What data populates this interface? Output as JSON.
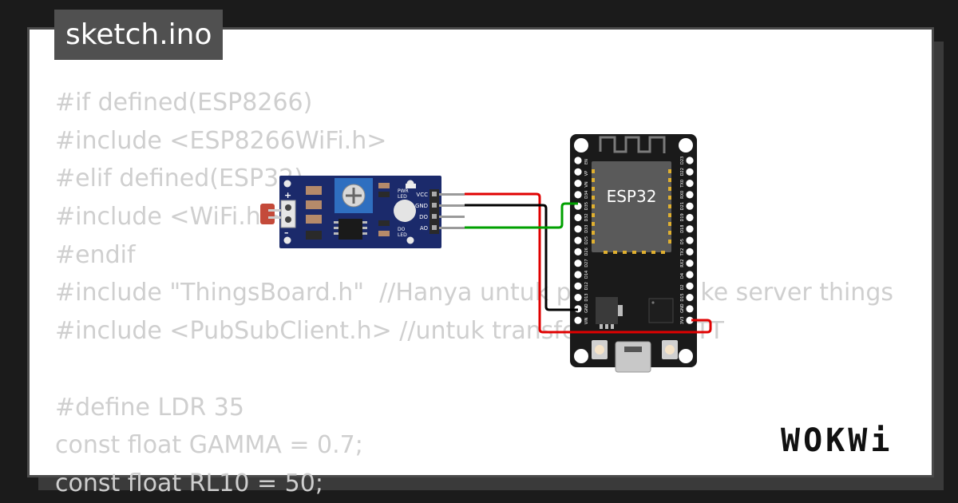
{
  "title": "sketch.ino",
  "brand": "WOKWi",
  "code_lines": [
    "#if defined(ESP8266)",
    "#include <ESP8266WiFi.h>",
    "#elif defined(ESP32)",
    "#include <WiFi.h>",
    "#endif",
    "#include \"ThingsBoard.h\"  //Hanya untuk pengiriman ke server things",
    "#include <PubSubClient.h> //untuk transfer data MQTT",
    "",
    "#define LDR 35",
    "const float GAMMA = 0.7;",
    "const float RL10 = 50;"
  ],
  "sensor": {
    "plus": "+",
    "minus": "–",
    "pwr_led": "PWR\nLED",
    "do_led": "DO\nLED",
    "pins": [
      "VCC",
      "GND",
      "DO",
      "AO"
    ]
  },
  "esp32": {
    "label": "ESP32",
    "left_pins": [
      "EN",
      "VP",
      "VN",
      "D34",
      "D35",
      "D32",
      "D33",
      "D25",
      "D26",
      "D27",
      "D14",
      "D12",
      "D13",
      "GND",
      "VIN"
    ],
    "right_pins": [
      "D23",
      "D22",
      "TX0",
      "RX0",
      "D21",
      "D19",
      "D18",
      "D5",
      "TX2",
      "RX2",
      "D4",
      "D2",
      "D15",
      "GND",
      "3V3"
    ]
  },
  "colors": {
    "code_text": "#cfcfcf",
    "wire_vcc": "#e00000",
    "wire_gnd": "#000000",
    "wire_ao": "#00a000",
    "sensor_board": "#1b2a6b",
    "esp_board": "#1a1a1a"
  }
}
